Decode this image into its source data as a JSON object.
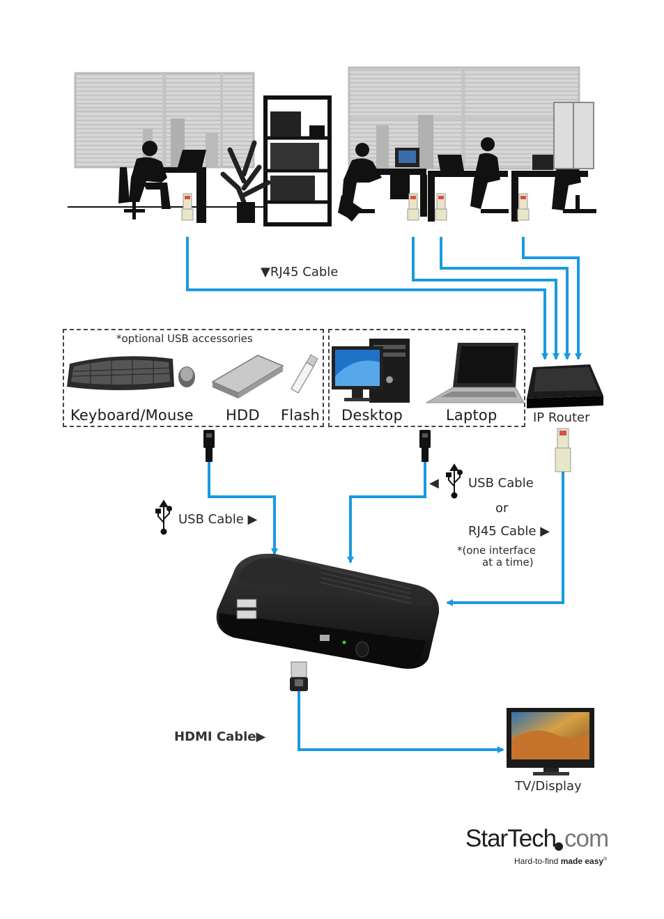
{
  "labels": {
    "rj45_top": "▼RJ45 Cable",
    "optional": "*optional USB accessories",
    "keyboard_mouse": "Keyboard/Mouse",
    "hdd": "HDD",
    "flash": "Flash",
    "desktop": "Desktop",
    "laptop": "Laptop",
    "ip_router": "IP Router",
    "usb_left": "USB Cable ▶",
    "usb_right": "◀",
    "usb_right_text": "USB Cable",
    "or": "or",
    "rj45_right": "RJ45 Cable ▶",
    "one_interface_1": "*(one interface",
    "one_interface_2": "at a time)",
    "hdmi": "HDMI Cable▶",
    "tv": "TV/Display"
  },
  "logo": {
    "brand_main": "StarTech",
    "brand_com": "com",
    "tagline_prefix": "Hard-to-find ",
    "tagline_bold": "made easy",
    "tagline_mark": "®"
  },
  "colors": {
    "cable": "#1a9ae0",
    "silhouette": "#111111",
    "window": "#cfcfcf"
  }
}
